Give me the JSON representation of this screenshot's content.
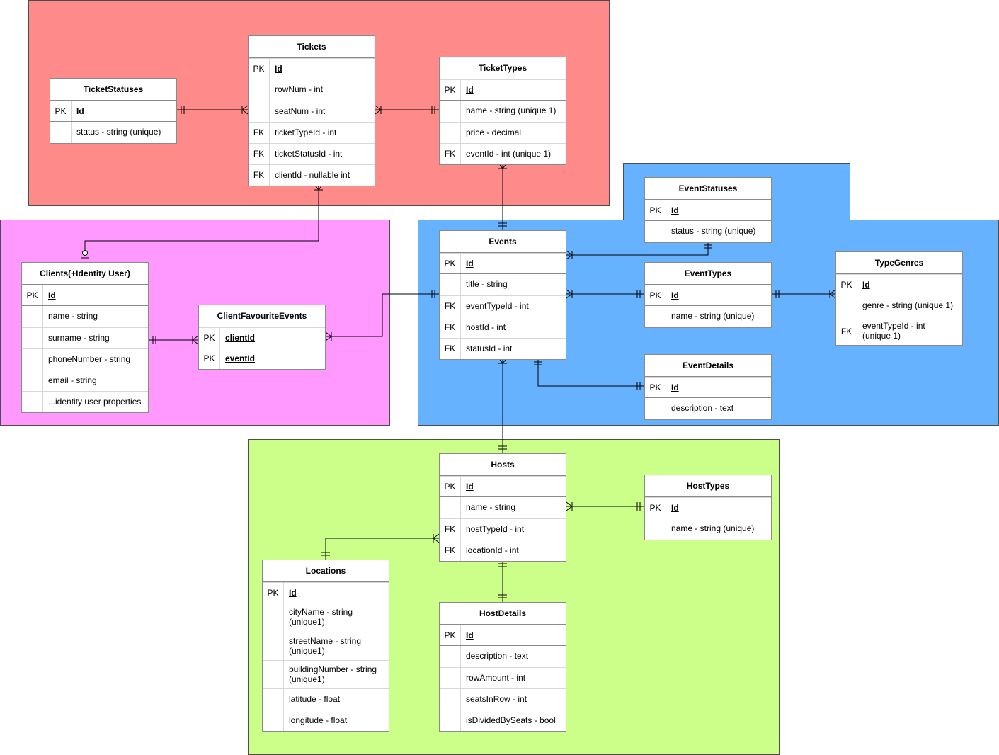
{
  "colors": {
    "tickets_zone": "#ff8a8a",
    "clients_zone": "#ff99ff",
    "events_zone": "#66b2ff",
    "hosts_zone": "#ccff8a",
    "line": "#000000"
  },
  "entities": {
    "tickets": {
      "title": "Tickets",
      "rows": [
        {
          "key": "PK",
          "name": "Id"
        },
        {
          "key": "",
          "name": "rowNum - int"
        },
        {
          "key": "",
          "name": "seatNum - int"
        },
        {
          "key": "FK",
          "name": "ticketTypeId - int"
        },
        {
          "key": "FK",
          "name": "ticketStatusId - int"
        },
        {
          "key": "FK",
          "name": "clientId - nullable int"
        }
      ]
    },
    "ticket_statuses": {
      "title": "TicketStatuses",
      "rows": [
        {
          "key": "PK",
          "name": "Id"
        },
        {
          "key": "",
          "name": "status - string (unique)"
        }
      ]
    },
    "ticket_types": {
      "title": "TicketTypes",
      "rows": [
        {
          "key": "PK",
          "name": "Id"
        },
        {
          "key": "",
          "name": "name - string (unique 1)"
        },
        {
          "key": "",
          "name": "price - decimal"
        },
        {
          "key": "FK",
          "name": "eventId - int (unique 1)"
        }
      ]
    },
    "event_statuses": {
      "title": "EventStatuses",
      "rows": [
        {
          "key": "PK",
          "name": "Id"
        },
        {
          "key": "",
          "name": "status - string (unique)"
        }
      ]
    },
    "events": {
      "title": "Events",
      "rows": [
        {
          "key": "PK",
          "name": "Id"
        },
        {
          "key": "",
          "name": "title - string"
        },
        {
          "key": "FK",
          "name": "eventTypeId - int"
        },
        {
          "key": "FK",
          "name": "hostId - int"
        },
        {
          "key": "FK",
          "name": "statusId - int"
        }
      ]
    },
    "event_types": {
      "title": "EventTypes",
      "rows": [
        {
          "key": "PK",
          "name": "Id"
        },
        {
          "key": "",
          "name": "name - string (unique)"
        }
      ]
    },
    "type_genres": {
      "title": "TypeGenres",
      "rows": [
        {
          "key": "PK",
          "name": "Id"
        },
        {
          "key": "",
          "name": "genre - string (unique 1)"
        },
        {
          "key": "FK",
          "name": "eventTypeId - int",
          "name2": "(unique 1)"
        }
      ]
    },
    "event_details": {
      "title": "EventDetails",
      "rows": [
        {
          "key": "PK",
          "name": "Id"
        },
        {
          "key": "",
          "name": "description - text"
        }
      ]
    },
    "clients": {
      "title": "Clients(+Identity User)",
      "rows": [
        {
          "key": "PK",
          "name": "Id"
        },
        {
          "key": "",
          "name": "name - string"
        },
        {
          "key": "",
          "name": "surname - string"
        },
        {
          "key": "",
          "name": "phoneNumber - string"
        },
        {
          "key": "",
          "name": "email - string"
        },
        {
          "key": "",
          "name": "...identity user properties"
        }
      ]
    },
    "client_favourite_events": {
      "title": "ClientFavouriteEvents",
      "rows": [
        {
          "key": "PK",
          "name": "clientId"
        },
        {
          "key": "PK",
          "name": "eventId"
        }
      ]
    },
    "hosts": {
      "title": "Hosts",
      "rows": [
        {
          "key": "PK",
          "name": "Id"
        },
        {
          "key": "",
          "name": "name - string"
        },
        {
          "key": "FK",
          "name": "hostTypeId - int"
        },
        {
          "key": "FK",
          "name": "locationId - int"
        }
      ]
    },
    "host_types": {
      "title": "HostTypes",
      "rows": [
        {
          "key": "PK",
          "name": "Id"
        },
        {
          "key": "",
          "name": "name - string (unique)"
        }
      ]
    },
    "locations": {
      "title": "Locations",
      "rows": [
        {
          "key": "PK",
          "name": "Id"
        },
        {
          "key": "",
          "name": "cityName - string",
          "name2": "(unique1)"
        },
        {
          "key": "",
          "name": "streetName - string",
          "name2": "(unique1)"
        },
        {
          "key": "",
          "name": "buildingNumber - string",
          "name2": "(unique1)"
        },
        {
          "key": "",
          "name": "latitude - float"
        },
        {
          "key": "",
          "name": "longitude - float"
        }
      ]
    },
    "host_details": {
      "title": "HostDetails",
      "rows": [
        {
          "key": "PK",
          "name": "Id"
        },
        {
          "key": "",
          "name": "description - text"
        },
        {
          "key": "",
          "name": "rowAmount - int"
        },
        {
          "key": "",
          "name": "seatsInRow - int"
        },
        {
          "key": "",
          "name": "isDividedBySeats - bool"
        }
      ]
    }
  }
}
